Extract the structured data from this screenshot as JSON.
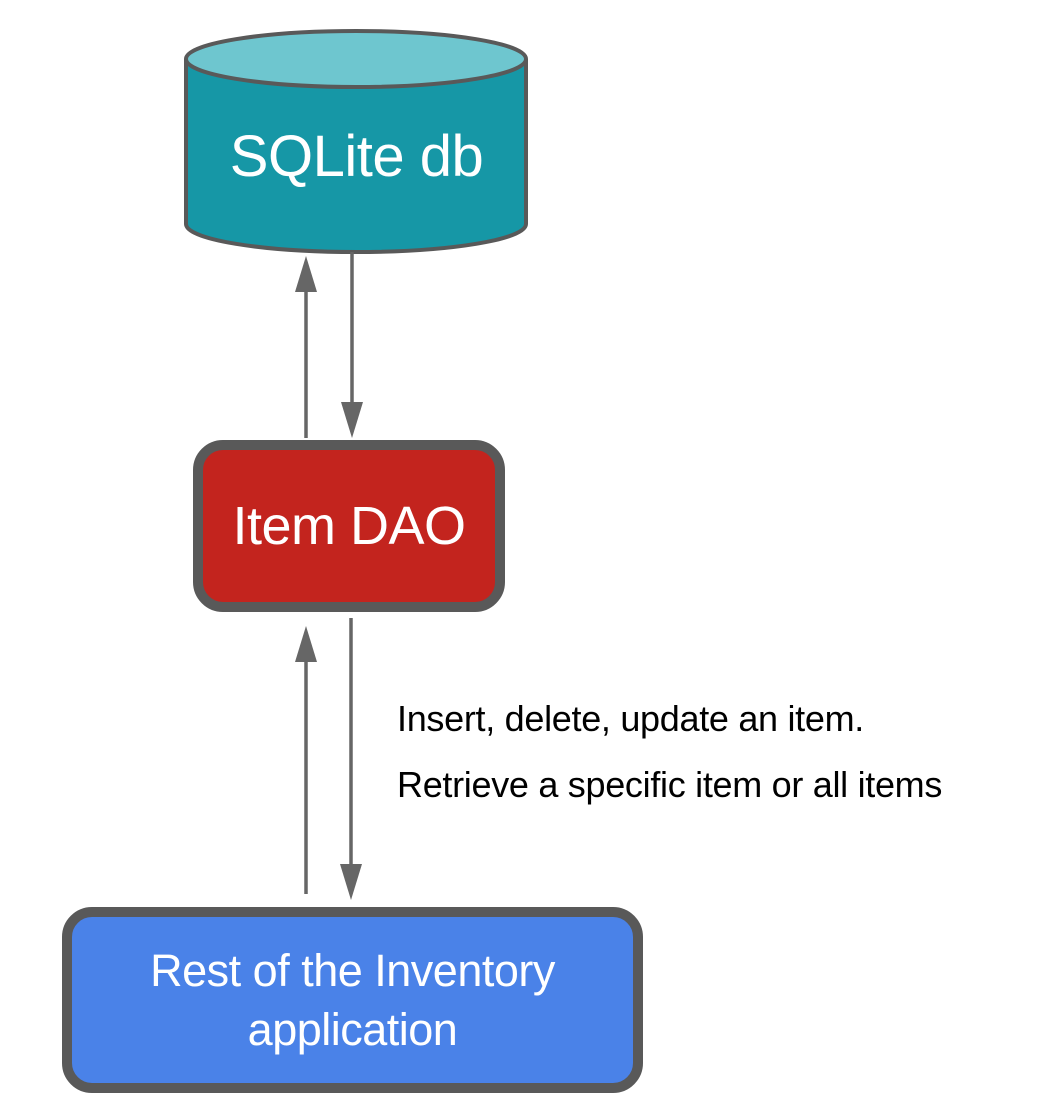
{
  "diagram": {
    "database": {
      "label": "SQLite db",
      "shape": "cylinder"
    },
    "dao": {
      "label": "Item DAO",
      "shape": "rounded-rectangle"
    },
    "app": {
      "label": "Rest of the Inventory application",
      "shape": "rounded-rectangle"
    },
    "annotation": {
      "line1": "Insert, delete, update an item.",
      "line2": "Retrieve a specific item or all items"
    },
    "arrows": [
      {
        "name": "dao-to-db",
        "direction": "up"
      },
      {
        "name": "db-to-dao",
        "direction": "down"
      },
      {
        "name": "app-to-dao",
        "direction": "up"
      },
      {
        "name": "dao-to-app",
        "direction": "down"
      }
    ],
    "colors": {
      "database_body": "#1697a6",
      "database_top": "#6ec6cf",
      "dao_fill": "#c3241e",
      "app_fill": "#4a82e8",
      "outline": "#595959",
      "arrow": "#666666",
      "label_text": "#ffffff",
      "annotation_text": "#000000"
    }
  }
}
